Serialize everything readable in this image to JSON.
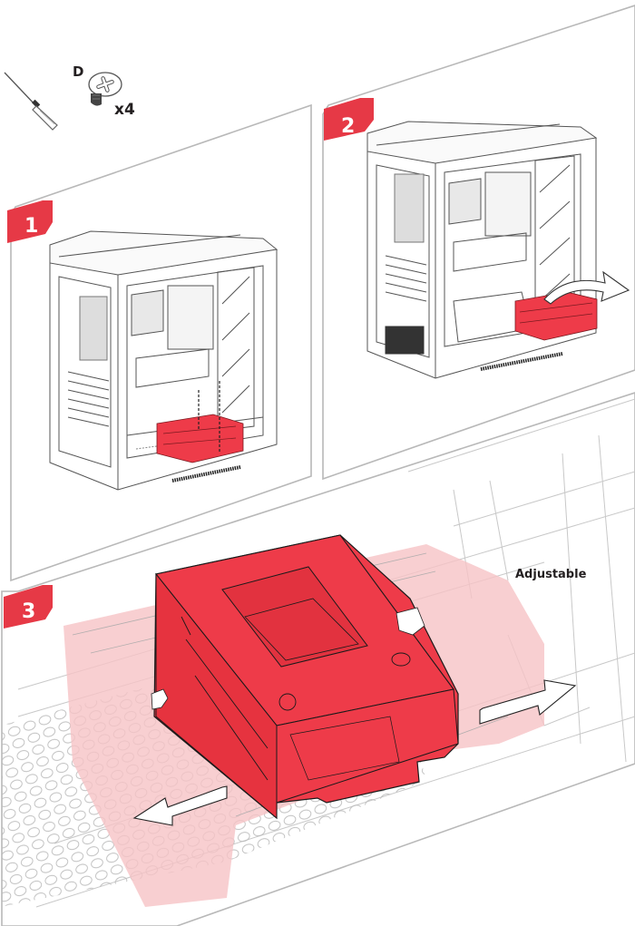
{
  "tools": {
    "screwdriver": {
      "icon": "screwdriver-icon"
    },
    "screw": {
      "icon": "phillips-screw-icon",
      "letter": "D",
      "quantity": "x4"
    }
  },
  "steps": [
    {
      "number": "1",
      "description": "HDD cage secured to chassis floor with screws (dashed lines show screw paths)"
    },
    {
      "number": "2",
      "description": "HDD cage lifted and removed from chassis (curved arrow)"
    },
    {
      "number": "3",
      "description": "HDD cage position adjustable along floor rails (two-way arrows)"
    }
  ],
  "annotations": {
    "adjustable": "Adjustable"
  },
  "colors": {
    "accent_red": "#e63946",
    "cage_red": "#ee3b49",
    "ghost_red": "#f6c3c6",
    "panel_border": "#b8b8b8",
    "line_art": "#555555",
    "text": "#231f20"
  }
}
